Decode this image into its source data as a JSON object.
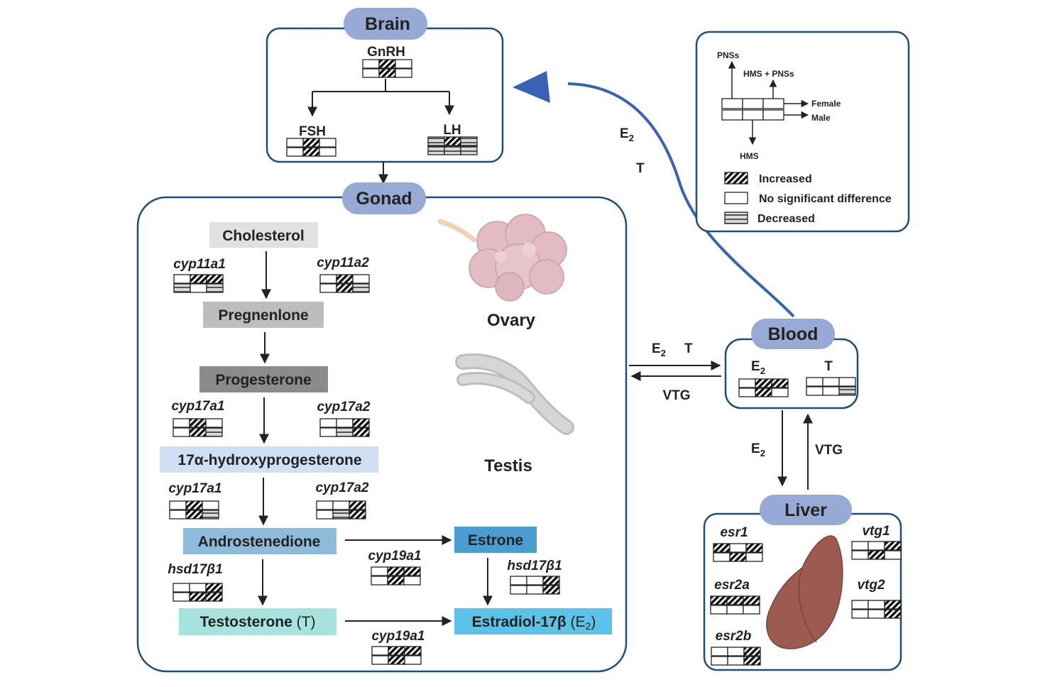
{
  "colors": {
    "panel_border": "#1f4e79",
    "pill_fill": "#97aad6",
    "arrow": "#222222",
    "big_arrow": "#3a62b4",
    "cholesterol": "#e1e1e1",
    "pregnenolone": "#bdbdbd",
    "progesterone": "#8b8b8b",
    "hydroxyprogesterone": "#cfe0f4",
    "androstenedione": "#8dbbd9",
    "estrone": "#4a9cd1",
    "testosterone": "#a7e3de",
    "estradiol": "#5bc2e8",
    "ovary": "#e2bcc2",
    "testis": "#cfcfcf",
    "liver": "#9d5a51"
  },
  "brain": {
    "title": "Brain",
    "gnrh": {
      "label": "GnRH",
      "female": [
        "none",
        "up",
        "none"
      ],
      "male": [
        "none",
        "up",
        "none"
      ]
    },
    "fsh": {
      "label": "FSH",
      "female": [
        "none",
        "up",
        "none"
      ],
      "male": [
        "none",
        "up",
        "none"
      ]
    },
    "lh": {
      "label": "LH",
      "female": [
        "down",
        "up",
        "down"
      ],
      "male": [
        "down",
        "down",
        "down"
      ]
    }
  },
  "gonad": {
    "title": "Gonad",
    "ovary_label": "Ovary",
    "testis_label": "Testis",
    "steps": {
      "cholesterol": "Cholesterol",
      "pregnenolone": "Pregnenlone",
      "progesterone": "Progesterone",
      "hydroxyprogesterone": "17α-hydroxyprogesterone",
      "androstenedione": "Androstenedione",
      "estrone": "Estrone",
      "testosterone": "Testosterone",
      "testosterone_abbr": "(T)",
      "estradiol": "Estradiol-17β",
      "estradiol_abbr": "(E",
      "estradiol_sub": "2",
      "estradiol_close": ")"
    },
    "genes": {
      "cyp11a1": {
        "label": "cyp11a1",
        "female": [
          "none",
          "up",
          "up"
        ],
        "male": [
          "down",
          "none",
          "down"
        ]
      },
      "cyp11a2": {
        "label": "cyp11a2",
        "female": [
          "none",
          "up",
          "none"
        ],
        "male": [
          "none",
          "up",
          "down"
        ]
      },
      "cyp17a1_a": {
        "label": "cyp17a1",
        "female": [
          "none",
          "up",
          "none"
        ],
        "male": [
          "none",
          "up",
          "down"
        ]
      },
      "cyp17a2_a": {
        "label": "cyp17a2",
        "female": [
          "none",
          "none",
          "up"
        ],
        "male": [
          "none",
          "down",
          "up"
        ]
      },
      "cyp17a1_b": {
        "label": "cyp17a1",
        "female": [
          "none",
          "up",
          "none"
        ],
        "male": [
          "none",
          "up",
          "down"
        ]
      },
      "cyp17a2_b": {
        "label": "cyp17a2",
        "female": [
          "none",
          "none",
          "up"
        ],
        "male": [
          "none",
          "down",
          "up"
        ]
      },
      "hsd17b1_a": {
        "label": "hsd17β1",
        "female": [
          "none",
          "none",
          "up"
        ],
        "male": [
          "none",
          "up",
          "up"
        ]
      },
      "cyp19a1_a": {
        "label": "cyp19a1",
        "female": [
          "none",
          "up",
          "up"
        ],
        "male": [
          "none",
          "up",
          "none"
        ]
      },
      "hsd17b1_b": {
        "label": "hsd17β1",
        "female": [
          "none",
          "none",
          "up"
        ],
        "male": [
          "none",
          "none",
          "up"
        ]
      },
      "cyp19a1_b": {
        "label": "cyp19a1",
        "female": [
          "none",
          "up",
          "up"
        ],
        "male": [
          "none",
          "up",
          "none"
        ]
      }
    }
  },
  "flows": {
    "gonad_to_blood_e": "E",
    "gonad_to_blood_e_sub": "2",
    "gonad_to_blood_t": "T",
    "blood_to_gonad": "VTG",
    "blood_to_liver_e": "E",
    "blood_to_liver_e_sub": "2",
    "liver_to_blood": "VTG",
    "blood_to_brain_e": "E",
    "blood_to_brain_e_sub": "2",
    "blood_to_brain_t": "T"
  },
  "blood": {
    "title": "Blood",
    "e2": {
      "label": "E",
      "label_sub": "2",
      "female": [
        "none",
        "up",
        "up"
      ],
      "male": [
        "none",
        "up",
        "none"
      ]
    },
    "t": {
      "label": "T",
      "female": [
        "none",
        "none",
        "none"
      ],
      "male": [
        "none",
        "none",
        "down"
      ]
    }
  },
  "liver": {
    "title": "Liver",
    "esr1": {
      "label": "esr1",
      "female": [
        "up",
        "none",
        "up"
      ],
      "male": [
        "none",
        "up",
        "none"
      ]
    },
    "esr2a": {
      "label": "esr2a",
      "female": [
        "up",
        "up",
        "up"
      ],
      "male": [
        "none",
        "none",
        "none"
      ]
    },
    "esr2b": {
      "label": "esr2b",
      "female": [
        "none",
        "none",
        "up"
      ],
      "male": [
        "none",
        "none",
        "up"
      ]
    },
    "vtg1": {
      "label": "vtg1",
      "female": [
        "none",
        "none",
        "up"
      ],
      "male": [
        "none",
        "up",
        "none"
      ]
    },
    "vtg2": {
      "label": "vtg2",
      "female": [
        "none",
        "none",
        "up"
      ],
      "male": [
        "none",
        "none",
        "up"
      ]
    }
  },
  "legend": {
    "pnss": "PNSs",
    "hms_pnss": "HMS + PNSs",
    "hms": "HMS",
    "female": "Female",
    "male": "Male",
    "increased": "Increased",
    "no_diff": "No significant difference",
    "decreased": "Decreased"
  }
}
